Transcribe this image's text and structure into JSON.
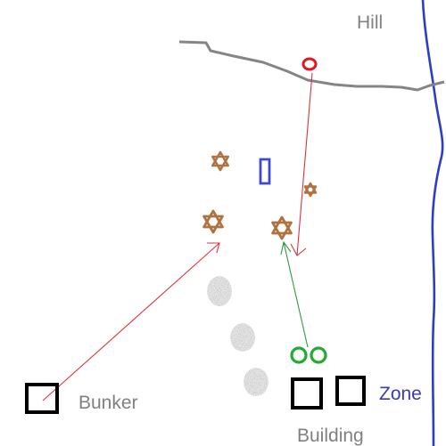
{
  "labels": {
    "hill": "Hill",
    "bunker": "Bunker",
    "building": "Building",
    "zone": "Zone"
  },
  "colors": {
    "label_gray": "#808080",
    "zone_label": "#3a3ab8",
    "river": "#2b3fc2",
    "ridge": "#858585",
    "red_arrow": "#e0323e",
    "green_arrow": "#2e9a46",
    "green_unit": "#22aa33",
    "star": "#b07240",
    "blue_unit": "#3f4ad0",
    "red_unit": "#e01826",
    "box": "#000000",
    "smoke": "#8a8a8a"
  },
  "icons": [
    "star-icon",
    "smoke-icon",
    "ring-icon",
    "square-icon"
  ]
}
